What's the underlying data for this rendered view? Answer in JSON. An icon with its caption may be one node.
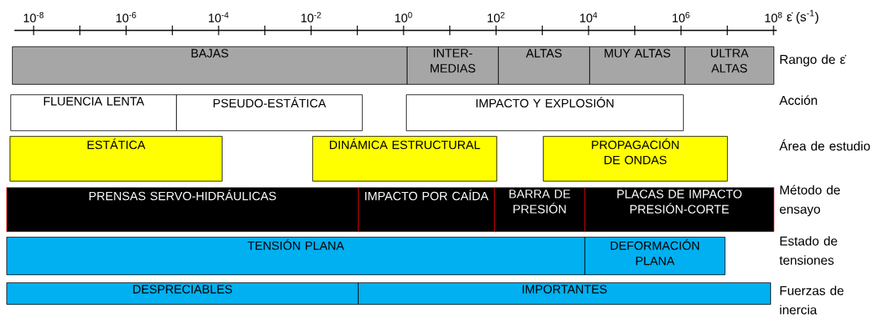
{
  "diagram": {
    "nodes": [
      {
        "text": [
          "BAJAS"
        ]
      },
      {
        "text": [
          "INTER-MEDIAS"
        ]
      },
      {
        "text": [
          "ALTAS"
        ]
      },
      {
        "text": [
          "MUY ALTAS"
        ]
      },
      {
        "text": [
          "ULTRA ALTAS"
        ]
      },
      {
        "text": [
          "FLUENCIA LENTA"
        ]
      },
      {
        "text": [
          "PSEUDO-ESTÁTICA"
        ]
      },
      {
        "text": [
          "IMPACTO Y EXPLOSIÓN"
        ]
      },
      {
        "text": [
          "ESTÁTICA"
        ]
      },
      {
        "text": [
          "DINÁMICA ESTRUCTURAL"
        ]
      },
      {
        "text": [
          "PROPAGACIÓN DE ONDAS"
        ]
      },
      {
        "text": [
          "PRENSAS SERVO-HIDRÁULICAS"
        ]
      },
      {
        "text": [
          "IMPACTO POR CAÍDA"
        ]
      },
      {
        "text": [
          "BARRA DE PRESIÓN"
        ]
      },
      {
        "text": [
          "PLACAS DE IMPACTO PRESIÓN-CORTE"
        ]
      },
      {
        "text": [
          "TENSIÓN PLANA"
        ]
      },
      {
        "text": [
          "DEFORMACIÓN PLANA"
        ]
      },
      {
        "text": [
          "DESPRECIABLES"
        ]
      },
      {
        "text": [
          "IMPORTANTES"
        ]
      }
    ],
    "labels": [
      "10$^{-8}$",
      "10$^{-6}$",
      "10$^{-4}$",
      "10$^{-2}$",
      "10$^{0}$",
      "10$^{2}$",
      "10$^{4}$",
      "10$^{6}$",
      "10$^{8}$",
      "ε̇ (s$^{-1}$)",
      "Rango de ε̇",
      "Acción",
      "Área de estudio",
      "Método de ensayo",
      "Estado de tensiones",
      "Fuerzas de inercia"
    ]
  }
}
